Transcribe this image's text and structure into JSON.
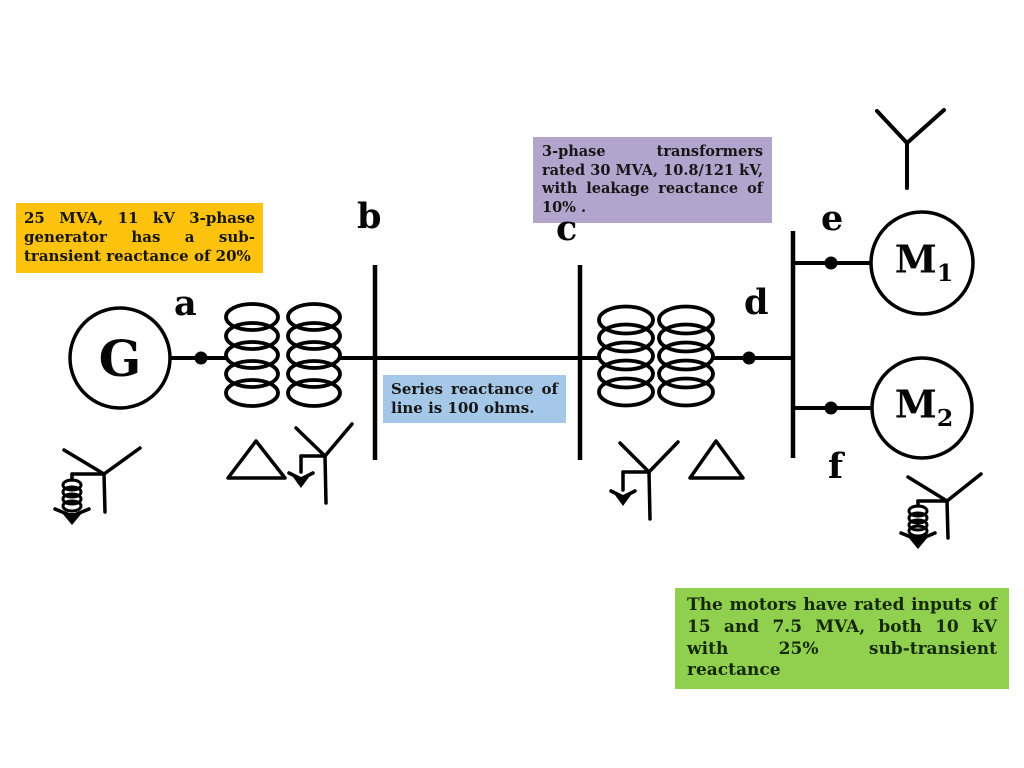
{
  "notes": {
    "generator": {
      "text": "25 MVA, 11 kV 3-phase generator has a sub-transient reactance of 20%",
      "bg": "#fdc20e"
    },
    "transformers": {
      "text": "3-phase transformers rated 30 MVA, 10.8/121 kV, with leakage reactance of 10% .",
      "bg": "#b1a4cd"
    },
    "line": {
      "text": "Series reactance of line is 100 ohms.",
      "bg": "#a5c8e9"
    },
    "motors": {
      "text": "The motors have rated inputs of 15 and 7.5 MVA, both 10 kV with 25% sub-transient reactance",
      "bg": "#90d04e"
    }
  },
  "node_labels": {
    "a": "a",
    "b": "b",
    "c": "c",
    "d": "d",
    "e": "e",
    "f": "f"
  },
  "components": {
    "generator": {
      "label": "G"
    },
    "motor1": {
      "label": "M",
      "sub": "1"
    },
    "motor2": {
      "label": "M",
      "sub": "2"
    }
  },
  "symbols": {
    "generator_neutral": "wye-grounded-through-reactor",
    "transformer1_connection": "delta-wye-grounded",
    "transformer2_connection": "wye-grounded-delta",
    "motor1_connection": "wye-ungrounded",
    "motor2_neutral": "wye-grounded-through-reactor"
  },
  "colors": {
    "line_art": "#000000",
    "background": "#ffffff"
  }
}
